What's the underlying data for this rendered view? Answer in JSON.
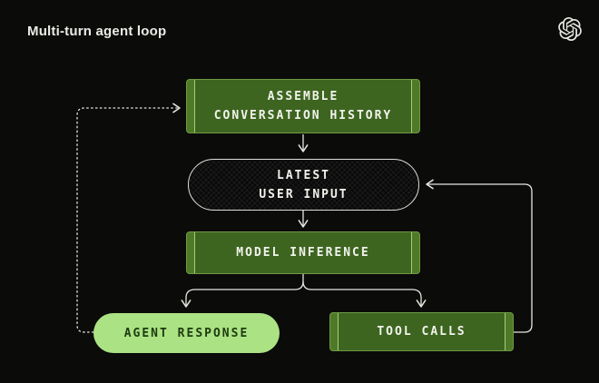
{
  "header": {
    "title": "Multi-turn agent loop",
    "logo_icon": "openai-logo"
  },
  "colors": {
    "background": "#0b0b0a",
    "box_green_fill": "#3d6520",
    "box_green_edge": "#4e7a28",
    "box_divider_line": "#a9cc79",
    "accent_light_green": "#abe283",
    "pill_dark_fill": "#0a0a0a",
    "pill_border": "#dededa",
    "light_pill_text": "#1d3a10",
    "node_text": "#f2f3ec",
    "connector": "#e6e6e0",
    "title_text": "#ebebe6"
  },
  "diagram": {
    "nodes": [
      {
        "id": "assemble-conversation-history",
        "type": "process-box",
        "line1": "ASSEMBLE",
        "line2": "CONVERSATION HISTORY"
      },
      {
        "id": "latest-user-input",
        "type": "dark-textured-pill",
        "line1": "LATEST",
        "line2": "USER INPUT"
      },
      {
        "id": "model-inference",
        "type": "process-box",
        "line1": "MODEL INFERENCE"
      },
      {
        "id": "agent-response",
        "type": "light-green-pill",
        "line1": "AGENT RESPONSE"
      },
      {
        "id": "tool-calls",
        "type": "process-box",
        "line1": "TOOL CALLS"
      }
    ],
    "edges": [
      {
        "from": "assemble-conversation-history",
        "to": "latest-user-input",
        "style": "solid-arrow"
      },
      {
        "from": "latest-user-input",
        "to": "model-inference",
        "style": "solid-arrow"
      },
      {
        "from": "model-inference",
        "to": "agent-response",
        "style": "solid-arrow"
      },
      {
        "from": "model-inference",
        "to": "tool-calls",
        "style": "solid-arrow"
      },
      {
        "from": "agent-response",
        "to": "assemble-conversation-history",
        "style": "dotted-arrow"
      },
      {
        "from": "tool-calls",
        "to": "latest-user-input",
        "style": "solid-arrow"
      }
    ]
  }
}
